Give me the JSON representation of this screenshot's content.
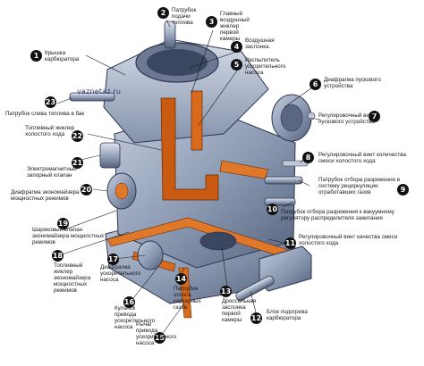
{
  "watermark": "vaznetaz.ru",
  "callouts": [
    {
      "num": "1",
      "text": "Крышка\nкарбюратора"
    },
    {
      "num": "2",
      "text": "Патрубок\nподачи\nтоплива"
    },
    {
      "num": "3",
      "text": "Главный\nвоздушный\nжиклер\nпервой\nкамеры"
    },
    {
      "num": "4",
      "text": "Воздушная\nзаслонка"
    },
    {
      "num": "5",
      "text": "Распылитель\nускорительного\nнасоса"
    },
    {
      "num": "6",
      "text": "Диафрагма пускового\nустройства"
    },
    {
      "num": "7",
      "text": "Регулировочный винт\nпускового устройства"
    },
    {
      "num": "8",
      "text": "Регулировочный винт количества\nсмеси холостого хода"
    },
    {
      "num": "9",
      "text": "Патрубок отбора разрежения в\nсистему рециркуляции\nотработавших газов"
    },
    {
      "num": "10",
      "text": "Патрубок отбора разрежения к вакуумному\nрегулятору распределителя зажигания"
    },
    {
      "num": "11",
      "text": "Регулировочный винт качества смеси\nхолостого хода"
    },
    {
      "num": "12",
      "text": "Блок подогрева\nкарбюратора"
    },
    {
      "num": "13",
      "text": "Дроссельная\nзаслонка\nпервой\nкамеры"
    },
    {
      "num": "14",
      "text": "Патрубок\nотсоса\nкартерных\nгазов"
    },
    {
      "num": "15",
      "text": "Рычаг\nпривода\nускорительного\nнасоса"
    },
    {
      "num": "16",
      "text": "Кулачок\nпривода\nускорительного\nнасоса"
    },
    {
      "num": "17",
      "text": "Диафрагма\nускорительного\nнасоса"
    },
    {
      "num": "18",
      "text": "Топливный\nжиклер\nэкономайзера\nмощностных\nрежимов"
    },
    {
      "num": "19",
      "text": "Шариковый клапан\nэкономайзера мощностных\nрежимов"
    },
    {
      "num": "20",
      "text": "Диафрагма экономайзера\nмощностных режимов"
    },
    {
      "num": "21",
      "text": "Электромагнитный\nзапорный клапан"
    },
    {
      "num": "22",
      "text": "Топливный жиклер\nхолостого хода"
    },
    {
      "num": "23",
      "text": "Патрубок слива топлива в бак"
    }
  ],
  "colors": {
    "body": "#8e9cb4",
    "body_dark": "#4f5c78",
    "fuel": "#c85a12",
    "gasket": "#e0782a",
    "badge": "#111111"
  }
}
